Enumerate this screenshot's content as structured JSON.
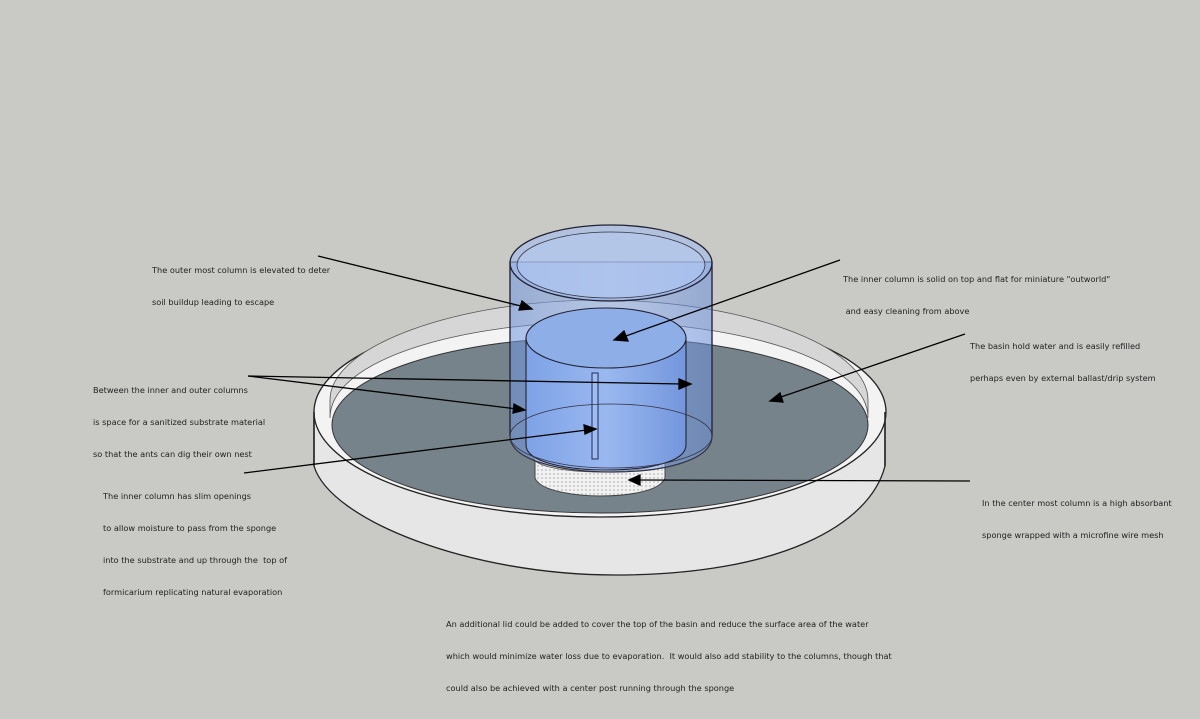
{
  "annotations": {
    "outer_column": {
      "lines": [
        "The outer most column is elevated to deter",
        "soil buildup leading to escape"
      ]
    },
    "inner_top": {
      "lines": [
        "The inner column is solid on top and flat for miniature \"outworld\"",
        " and easy cleaning from above"
      ]
    },
    "basin": {
      "lines": [
        "The basin hold water and is easily refilled",
        "perhaps even by external ballast/drip system"
      ]
    },
    "substrate": {
      "lines": [
        "Between the inner and outer columns",
        "is space for a sanitized substrate material",
        "so that the ants can dig their own nest"
      ]
    },
    "openings": {
      "lines": [
        "The inner column has slim openings",
        "to allow moisture to pass from the sponge",
        "into the substrate and up through the  top of",
        "formicarium replicating natural evaporation"
      ]
    },
    "sponge": {
      "lines": [
        "In the center most column is a high absorbant",
        "sponge wrapped with a microfine wire mesh"
      ]
    },
    "lid": {
      "lines": [
        "An additional lid could be added to cover the top of the basin and reduce the surface area of the water",
        "which would minimize water loss due to evaporation.  It would also add stability to the columns, though that",
        "could also be achieved with a center post running through the sponge"
      ]
    }
  },
  "colors": {
    "background": "#c9cac5",
    "water": "#76838a",
    "basin_rim": "#f0f0f0",
    "column": "#6f9bea",
    "sponge": "#ececec"
  }
}
